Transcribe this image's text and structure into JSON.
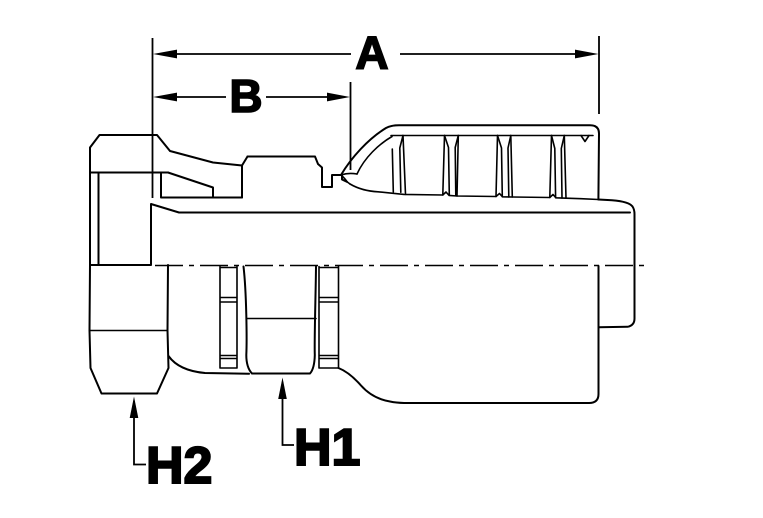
{
  "diagram": {
    "type": "technical-drawing",
    "background": "#ffffff",
    "line_color": "#000000",
    "dimensions": {
      "a": {
        "label": "A"
      },
      "b": {
        "label": "B"
      }
    },
    "callouts": {
      "h1": {
        "label": "H1"
      },
      "h2": {
        "label": "H2"
      }
    }
  }
}
